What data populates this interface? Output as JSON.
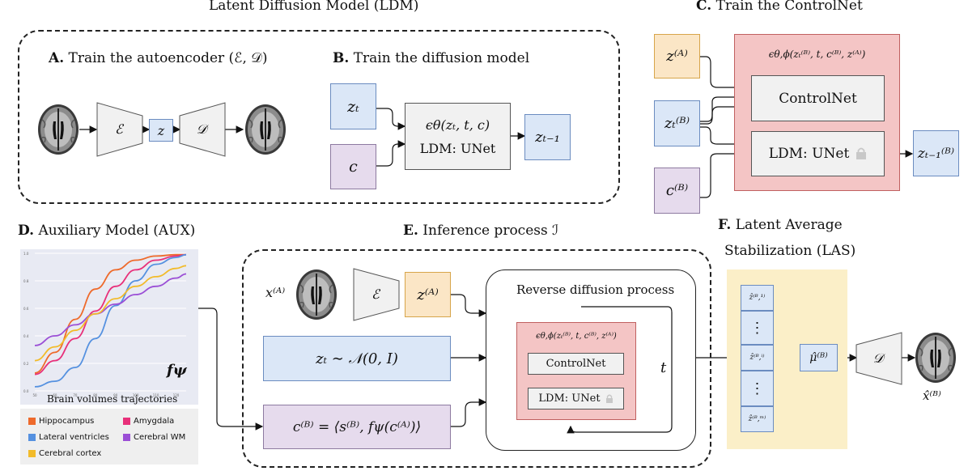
{
  "titles": {
    "ldm": "Latent Diffusion Model (LDM)",
    "a_bold": "A.",
    "a_text": "Train the autoencoder (ℰ, 𝒟)",
    "b_bold": "B.",
    "b_text": "Train the diffusion model",
    "c_bold": "C.",
    "c_text": "Train the ControlNet",
    "d_bold": "D.",
    "d_text": "Auxiliary Model  (AUX)",
    "e_bold": "E.",
    "e_text": "Inference process ℐ",
    "f_bold": "F.",
    "f_text_line1": "Latent Average",
    "f_text_line2": "Stabilization (LAS)"
  },
  "section_a": {
    "encoder": "ℰ",
    "latent": "z",
    "decoder": "𝒟"
  },
  "section_b": {
    "zt": "zₜ",
    "c": "c",
    "eps": "ϵθ(zₜ, t, c)",
    "unet": "LDM: UNet",
    "out": "zₜ₋₁"
  },
  "section_c": {
    "zA": "z⁽ᴬ⁾",
    "ztB": "zₜ⁽ᴮ⁾",
    "cB": "c⁽ᴮ⁾",
    "eps": "ϵθ,ϕ(zₜ⁽ᴮ⁾, t, c⁽ᴮ⁾, z⁽ᴬ⁾)",
    "controlnet": "ControlNet",
    "unet": "LDM: UNet",
    "out": "zₜ₋₁⁽ᴮ⁾"
  },
  "section_d": {
    "f_label": "fψ",
    "xlabel": "Brain volumes trajectories",
    "legend": [
      {
        "name": "Hippocampus",
        "color": "#ee6a2b"
      },
      {
        "name": "Amygdala",
        "color": "#e8307a"
      },
      {
        "name": "Lateral ventricles",
        "color": "#5591e0"
      },
      {
        "name": "Cerebral WM",
        "color": "#9b4fd6"
      },
      {
        "name": "Cerebral cortex",
        "color": "#f2bb2a"
      }
    ],
    "yticks": [
      "1.0",
      "0.8",
      "0.6",
      "0.4",
      "0.2",
      "0.0"
    ],
    "xticks": [
      "50",
      "60",
      "70",
      "80",
      "90",
      "100",
      "110",
      "120"
    ]
  },
  "section_e": {
    "xA": "x⁽ᴬ⁾",
    "encoder": "ℰ",
    "zA": "z⁽ᴬ⁾",
    "zT": "zₜ ∼ 𝒩(0, I)",
    "cB": "c⁽ᴮ⁾ = ⟨s⁽ᴮ⁾, fψ(c⁽ᴬ⁾)⟩",
    "reverse": "Reverse diffusion process",
    "eps": "ϵθ,ϕ(zₜ⁽ᴮ⁾, t, c⁽ᴮ⁾, z⁽ᴬ⁾)",
    "controlnet": "ControlNet",
    "unet": "LDM: UNet",
    "t": "t"
  },
  "section_f": {
    "z1": "ẑ⁽ᴮ,¹⁾",
    "dots1": "⋮",
    "zi": "ẑ⁽ᴮ,ⁱ⁾",
    "dots2": "⋮",
    "zm": "ẑ⁽ᴮ,ᵐ⁾",
    "mu": "μ̂⁽ᴮ⁾",
    "decoder": "𝒟",
    "xhat": "x̂⁽ᴮ⁾"
  },
  "chart_data": {
    "type": "line",
    "xlabel": "Brain volumes trajectories",
    "ylabel": "",
    "xlim": [
      50,
      125
    ],
    "ylim": [
      0,
      1
    ],
    "series": [
      {
        "name": "Hippocampus",
        "x": [
          50,
          60,
          70,
          80,
          90,
          100,
          110,
          120,
          125
        ],
        "values": [
          0.13,
          0.28,
          0.52,
          0.74,
          0.88,
          0.95,
          0.98,
          0.99,
          0.99
        ]
      },
      {
        "name": "Amygdala",
        "x": [
          50,
          60,
          70,
          80,
          90,
          100,
          110,
          120,
          125
        ],
        "values": [
          0.12,
          0.22,
          0.38,
          0.58,
          0.76,
          0.88,
          0.95,
          0.98,
          0.99
        ]
      },
      {
        "name": "Lateral ventricles",
        "x": [
          50,
          60,
          70,
          80,
          90,
          100,
          110,
          120,
          125
        ],
        "values": [
          0.03,
          0.07,
          0.17,
          0.38,
          0.62,
          0.8,
          0.92,
          0.97,
          0.99
        ]
      },
      {
        "name": "Cerebral WM",
        "x": [
          50,
          60,
          70,
          80,
          90,
          100,
          110,
          120,
          125
        ],
        "values": [
          0.33,
          0.4,
          0.48,
          0.56,
          0.63,
          0.7,
          0.76,
          0.82,
          0.85
        ]
      },
      {
        "name": "Cerebral cortex",
        "x": [
          50,
          60,
          70,
          80,
          90,
          100,
          110,
          120,
          125
        ],
        "values": [
          0.22,
          0.32,
          0.44,
          0.56,
          0.67,
          0.76,
          0.83,
          0.89,
          0.91
        ]
      }
    ]
  }
}
